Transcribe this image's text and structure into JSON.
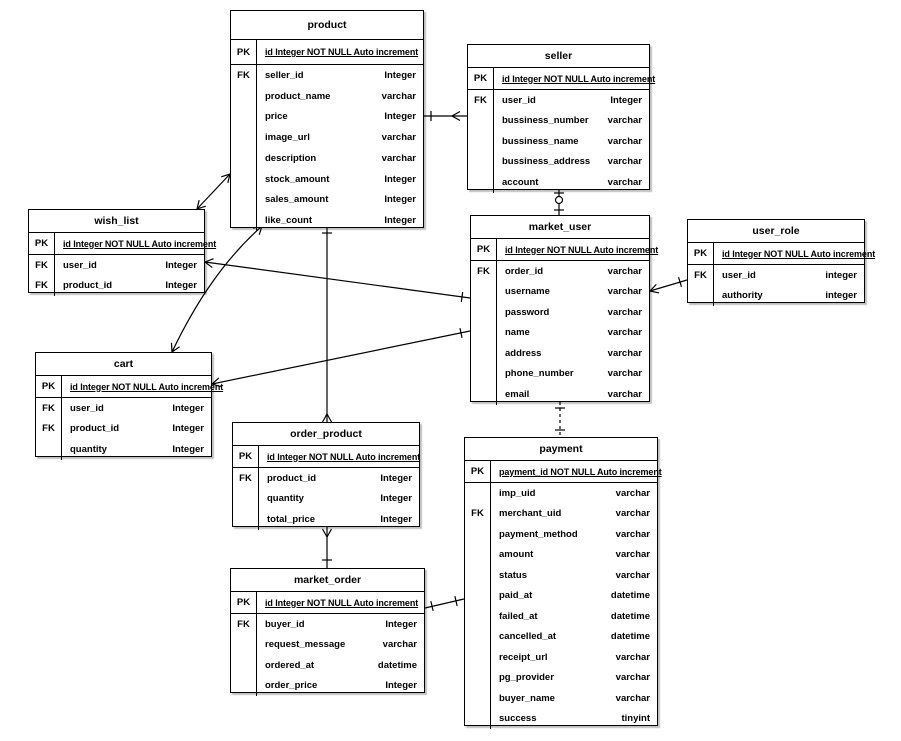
{
  "diagram": {
    "background_color": "#ffffff",
    "line_color": "#000000",
    "tables": [
      {
        "id": "product",
        "title": "product",
        "pk": {
          "key": "PK",
          "text": "id Integer NOT NULL Auto increment"
        },
        "fields": [
          {
            "key": "FK",
            "name": "seller_id",
            "type": "Integer"
          },
          {
            "key": "",
            "name": "product_name",
            "type": "varchar"
          },
          {
            "key": "",
            "name": "price",
            "type": "Integer"
          },
          {
            "key": "",
            "name": "image_url",
            "type": "varchar"
          },
          {
            "key": "",
            "name": "description",
            "type": "varchar"
          },
          {
            "key": "",
            "name": "stock_amount",
            "type": "Integer"
          },
          {
            "key": "",
            "name": "sales_amount",
            "type": "Integer"
          },
          {
            "key": "",
            "name": "like_count",
            "type": "Integer"
          }
        ]
      },
      {
        "id": "seller",
        "title": "seller",
        "pk": {
          "key": "PK",
          "text": "id Integer NOT NULL Auto increment"
        },
        "fields": [
          {
            "key": "FK",
            "name": "user_id",
            "type": "Integer"
          },
          {
            "key": "",
            "name": "bussiness_number",
            "type": "varchar"
          },
          {
            "key": "",
            "name": "bussiness_name",
            "type": "varchar"
          },
          {
            "key": "",
            "name": "bussiness_address",
            "type": "varchar"
          },
          {
            "key": "",
            "name": "account",
            "type": "varchar"
          }
        ]
      },
      {
        "id": "wish_list",
        "title": "wish_list",
        "pk": {
          "key": "PK",
          "text": "id Integer NOT NULL Auto increment"
        },
        "fields": [
          {
            "key": "FK",
            "name": "user_id",
            "type": "Integer"
          },
          {
            "key": "FK",
            "name": "product_id",
            "type": "Integer"
          }
        ]
      },
      {
        "id": "cart",
        "title": "cart",
        "pk": {
          "key": "PK",
          "text": "id Integer NOT NULL Auto increment"
        },
        "fields": [
          {
            "key": "FK",
            "name": "user_id",
            "type": "Integer"
          },
          {
            "key": "FK",
            "name": "product_id",
            "type": "Integer"
          },
          {
            "key": "",
            "name": "quantity",
            "type": "Integer"
          }
        ]
      },
      {
        "id": "market_user",
        "title": "market_user",
        "pk": {
          "key": "PK",
          "text": "id Integer NOT NULL Auto increment"
        },
        "fields": [
          {
            "key": "FK",
            "name": "order_id",
            "type": "varchar"
          },
          {
            "key": "",
            "name": "username",
            "type": "varchar"
          },
          {
            "key": "",
            "name": "password",
            "type": "varchar"
          },
          {
            "key": "",
            "name": "name",
            "type": "varchar"
          },
          {
            "key": "",
            "name": "address",
            "type": "varchar"
          },
          {
            "key": "",
            "name": "phone_number",
            "type": "varchar"
          },
          {
            "key": "",
            "name": "email",
            "type": "varchar"
          }
        ]
      },
      {
        "id": "user_role",
        "title": "user_role",
        "pk": {
          "key": "PK",
          "text": "id Integer NOT NULL Auto increment"
        },
        "fields": [
          {
            "key": "FK",
            "name": "user_id",
            "type": "integer"
          },
          {
            "key": "",
            "name": "authority",
            "type": "integer"
          }
        ]
      },
      {
        "id": "order_product",
        "title": "order_product",
        "pk": {
          "key": "PK",
          "text": "id Integer NOT NULL Auto increment"
        },
        "fields": [
          {
            "key": "FK",
            "name": "product_id",
            "type": "Integer"
          },
          {
            "key": "",
            "name": "quantity",
            "type": "Integer"
          },
          {
            "key": "",
            "name": "total_price",
            "type": "Integer"
          }
        ]
      },
      {
        "id": "market_order",
        "title": "market_order",
        "pk": {
          "key": "PK",
          "text": "id Integer NOT NULL Auto increment"
        },
        "fields": [
          {
            "key": "FK",
            "name": "buyer_id",
            "type": "Integer"
          },
          {
            "key": "",
            "name": "request_message",
            "type": "varchar"
          },
          {
            "key": "",
            "name": "ordered_at",
            "type": "datetime"
          },
          {
            "key": "",
            "name": "order_price",
            "type": "Integer"
          }
        ]
      },
      {
        "id": "payment",
        "title": "payment",
        "pk": {
          "key": "PK",
          "text": "payment_id NOT NULL Auto increment"
        },
        "fields": [
          {
            "key": "",
            "name": "imp_uid",
            "type": "varchar"
          },
          {
            "key": "FK",
            "name": "merchant_uid",
            "type": "varchar"
          },
          {
            "key": "",
            "name": "payment_method",
            "type": "varchar"
          },
          {
            "key": "",
            "name": "amount",
            "type": "varchar"
          },
          {
            "key": "",
            "name": "status",
            "type": "varchar"
          },
          {
            "key": "",
            "name": "paid_at",
            "type": "datetime"
          },
          {
            "key": "",
            "name": "failed_at",
            "type": "datetime"
          },
          {
            "key": "",
            "name": "cancelled_at",
            "type": "datetime"
          },
          {
            "key": "",
            "name": "receipt_url",
            "type": "varchar"
          },
          {
            "key": "",
            "name": "pg_provider",
            "type": "varchar"
          },
          {
            "key": "",
            "name": "buyer_name",
            "type": "varchar"
          },
          {
            "key": "",
            "name": "success",
            "type": "tinyint"
          }
        ]
      }
    ],
    "relationships": [
      {
        "from": "product",
        "to": "seller",
        "style": "solid"
      },
      {
        "from": "wish_list",
        "to": "product",
        "style": "solid"
      },
      {
        "from": "cart",
        "to": "product",
        "style": "solid"
      },
      {
        "from": "wish_list",
        "to": "market_user",
        "style": "solid"
      },
      {
        "from": "cart",
        "to": "market_user",
        "style": "solid"
      },
      {
        "from": "seller",
        "to": "market_user",
        "style": "solid"
      },
      {
        "from": "market_user",
        "to": "user_role",
        "style": "solid"
      },
      {
        "from": "product",
        "to": "order_product",
        "style": "solid"
      },
      {
        "from": "order_product",
        "to": "market_order",
        "style": "solid"
      },
      {
        "from": "market_order",
        "to": "payment",
        "style": "solid"
      },
      {
        "from": "market_user",
        "to": "payment",
        "style": "dotted"
      }
    ]
  }
}
